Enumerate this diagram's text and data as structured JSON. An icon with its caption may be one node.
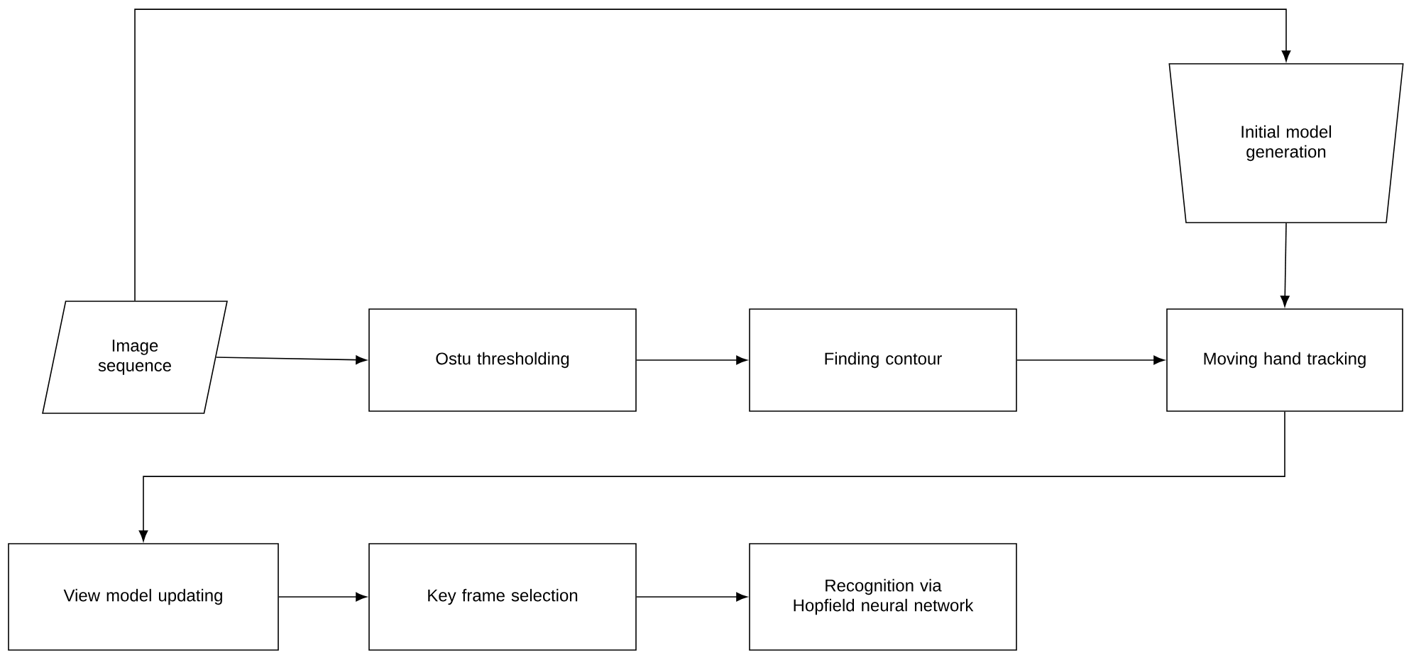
{
  "diagram": {
    "nodes": [
      {
        "text": [
          "Image sequence"
        ]
      },
      {
        "text": [
          "Ostu thresholding"
        ]
      },
      {
        "text": [
          "Finding contour"
        ]
      },
      {
        "text": [
          "Initial model generation"
        ]
      },
      {
        "text": [
          "Moving hand tracking"
        ]
      },
      {
        "text": [
          "View model updating"
        ]
      },
      {
        "text": [
          "Key frame selection"
        ]
      },
      {
        "text": [
          "Recognition via Hopfield neural network"
        ]
      }
    ],
    "edges": [
      {
        "from": 0,
        "to": 3,
        "arrow": "to"
      },
      {
        "from": 0,
        "to": 1,
        "arrow": "to"
      },
      {
        "from": 1,
        "to": 2,
        "arrow": "to"
      },
      {
        "from": 2,
        "to": 4,
        "arrow": "to"
      },
      {
        "from": 3,
        "to": 4,
        "arrow": "to"
      },
      {
        "from": 4,
        "to": 5,
        "arrow": "to"
      },
      {
        "from": 5,
        "to": 6,
        "arrow": "to"
      },
      {
        "from": 6,
        "to": 7,
        "arrow": "to"
      }
    ]
  }
}
